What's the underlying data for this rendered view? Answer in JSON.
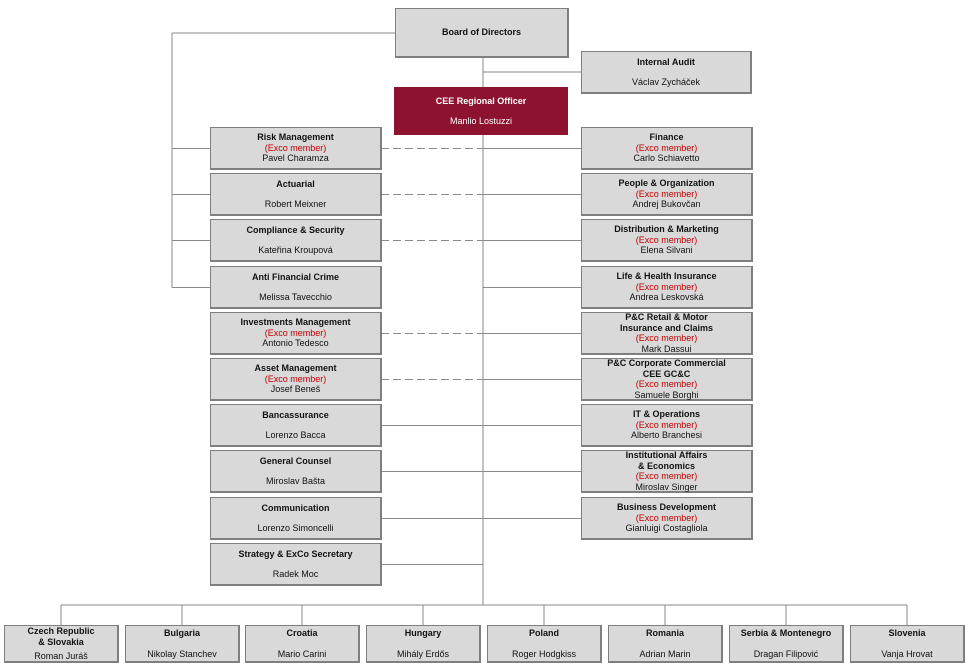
{
  "board": {
    "title": "Board of Directors"
  },
  "internal_audit": {
    "title": "Internal Audit",
    "name": "Václav Zycháček"
  },
  "ceo": {
    "title": "CEE Regional Officer",
    "name": "Manlio Lostuzzi"
  },
  "exco_label": "(Exco member)",
  "colors": {
    "ceo": "#8c1230",
    "exco": "#c00000",
    "box": "#d9d9d9"
  },
  "left": [
    {
      "title": "Risk Management",
      "exco": true,
      "name": "Pavel Charamza",
      "link": "dashed",
      "board": true
    },
    {
      "title": "Actuarial",
      "exco": false,
      "name": "Robert Meixner",
      "link": "dashed",
      "board": true
    },
    {
      "title": "Compliance & Security",
      "exco": false,
      "name": "Kateřina Kroupová",
      "link": "dashed",
      "board": true
    },
    {
      "title": "Anti Financial Crime",
      "exco": false,
      "name": "Melissa Tavecchio",
      "link": "none",
      "board": true
    },
    {
      "title": "Investments Management",
      "exco": true,
      "name": "Antonio Tedesco",
      "link": "dashed"
    },
    {
      "title": "Asset Management",
      "exco": true,
      "name": "Josef Beneš",
      "link": "dashed"
    },
    {
      "title": "Bancassurance",
      "exco": false,
      "name": "Lorenzo Bacca",
      "link": "solid"
    },
    {
      "title": "General Counsel",
      "exco": false,
      "name": "Miroslav Bašta",
      "link": "solid"
    },
    {
      "title": "Communication",
      "exco": false,
      "name": "Lorenzo Simoncelli",
      "link": "solid"
    },
    {
      "title": "Strategy & ExCo Secretary",
      "exco": false,
      "name": "Radek Moc",
      "link": "solid"
    }
  ],
  "right": [
    {
      "title": "Finance",
      "exco": true,
      "name": "Carlo Schiavetto"
    },
    {
      "title": "People & Organization",
      "exco": true,
      "name": "Andrej Bukovčan"
    },
    {
      "title": "Distribution & Marketing",
      "exco": true,
      "name": "Elena Silvani"
    },
    {
      "title": "Life & Health Insurance",
      "exco": true,
      "name": "Andrea Leskovská"
    },
    {
      "title": "P&C Retail & Motor\nInsurance and Claims",
      "exco": true,
      "name": "Mark Dassui"
    },
    {
      "title": "P&C Corporate Commercial\nCEE GC&C",
      "exco": true,
      "name": "Samuele Borghi"
    },
    {
      "title": "IT & Operations",
      "exco": true,
      "name": "Alberto Branchesi"
    },
    {
      "title": "Institutional Affairs\n& Economics",
      "exco": true,
      "name": "Miroslav Singer"
    },
    {
      "title": "Business Development",
      "exco": true,
      "name": "Gianluigi Costagliola"
    }
  ],
  "countries": [
    {
      "title": "Czech Republic\n& Slovakia",
      "name": "Roman Juráš"
    },
    {
      "title": "Bulgaria",
      "name": "Nikolay Stanchev"
    },
    {
      "title": "Croatia",
      "name": "Mario Carini"
    },
    {
      "title": "Hungary",
      "name": "Mihály Erdős"
    },
    {
      "title": "Poland",
      "name": "Roger Hodgkiss"
    },
    {
      "title": "Romania",
      "name": "Adrian Marin"
    },
    {
      "title": "Serbia & Montenegro",
      "name": "Dragan Filipović"
    },
    {
      "title": "Slovenia",
      "name": "Vanja Hrovat"
    }
  ]
}
